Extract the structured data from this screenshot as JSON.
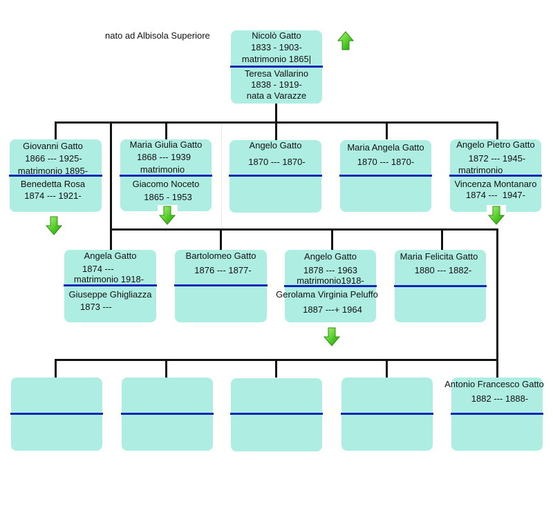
{
  "page": {
    "note": "nato ad Albisola Superiore"
  },
  "tree": {
    "root": {
      "above": [
        "Nicolò Gatto",
        "1833 - 1903-",
        "matrimonio 1865|"
      ],
      "below": [
        "Teresa Vallarino",
        "1838 - 1919-",
        "nata a Varazze"
      ]
    },
    "gen1": [
      {
        "above": [
          "Giovanni Gatto",
          "1866 --- 1925-",
          "matrimonio 1895-"
        ],
        "below": [
          "Benedetta Rosa",
          "1874 --- 1921-"
        ]
      },
      {
        "above": [
          "Maria Giulia Gatto",
          "1868 --- 1939",
          "matrimonio"
        ],
        "below": [
          "Giacomo Noceto",
          "1865 - 1953"
        ]
      },
      {
        "above": [
          "Angelo Gatto",
          "1870 --- 1870-"
        ],
        "below": []
      },
      {
        "above": [
          "Maria Angela Gatto",
          "1870 --- 1870-"
        ],
        "below": []
      },
      {
        "above": [
          "Angelo Pietro Gatto",
          "1872 --- 1945-",
          "matrimonio"
        ],
        "below": [
          "Vincenza Montanaro",
          "1874 ---  1947-"
        ]
      }
    ],
    "gen2": [
      {
        "above": [
          "Angela Gatto",
          "1874 ---",
          "matrimonio 1918-"
        ],
        "below": [
          "Giuseppe Ghigliazza",
          "1873 ---"
        ]
      },
      {
        "above": [
          "Bartolomeo Gatto",
          "1876 --- 1877-"
        ],
        "below": []
      },
      {
        "above": [
          "Angelo Gatto",
          "1878 --- 1963",
          "matrimonio1918-"
        ],
        "below": [
          "Gerolama Virginia Peluffo",
          "1887 ---+ 1964"
        ]
      },
      {
        "above": [
          "Maria Felicita Gatto",
          "1880 --- 1882-"
        ],
        "below": []
      }
    ],
    "gen3": [
      {
        "above": [],
        "below": []
      },
      {
        "above": [],
        "below": []
      },
      {
        "above": [],
        "below": []
      },
      {
        "above": [],
        "below": []
      },
      {
        "above": [
          "Antonio Francesco Gatto",
          "1882 --- 1888-"
        ],
        "below": []
      }
    ]
  },
  "icons": {
    "parents_arrow": "arrow-up-icon",
    "descendants_arrow": "arrow-down-icon"
  },
  "colors": {
    "box_fill": "#aeeee2",
    "separator": "#1126b8",
    "connector": "#111111",
    "arrow_light": "#a8f56a",
    "arrow_dark": "#34b016"
  }
}
